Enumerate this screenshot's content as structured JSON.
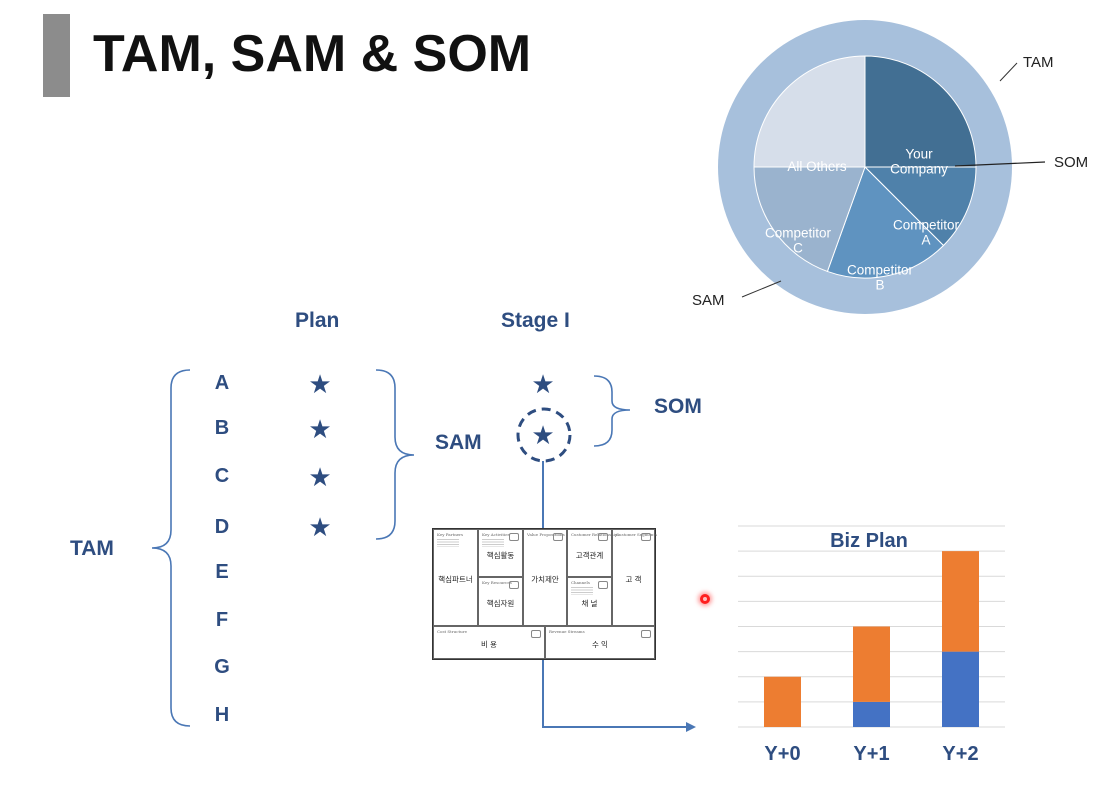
{
  "title": "TAM, SAM & SOM",
  "pie": {
    "outer_label": "TAM",
    "som_label": "SOM",
    "sam_label": "SAM",
    "slices": [
      {
        "label": "Your Company",
        "lines": [
          "Your",
          "Company"
        ],
        "share": 0.25,
        "color": "#426f93"
      },
      {
        "label": "Competitor A",
        "lines": [
          "Competitor",
          "A"
        ],
        "share": 0.125,
        "color": "#4f81aa"
      },
      {
        "label": "Competitor B",
        "lines": [
          "Competitor",
          "B"
        ],
        "share": 0.18,
        "color": "#5f93c0"
      },
      {
        "label": "Competitor C",
        "lines": [
          "Competitor",
          "C"
        ],
        "share": 0.195,
        "color": "#9ab3ce"
      },
      {
        "label": "All Others",
        "lines": [
          "All Others"
        ],
        "share": 0.25,
        "color": "#d6deea"
      }
    ],
    "outer_color": "#a7c0dc"
  },
  "headers": {
    "plan": "Plan",
    "stage": "Stage I"
  },
  "markets": {
    "tam": "TAM",
    "sam": "SAM",
    "som": "SOM"
  },
  "segments": [
    "A",
    "B",
    "C",
    "D",
    "E",
    "F",
    "G",
    "H"
  ],
  "plan_stars": [
    "A",
    "B",
    "C",
    "D"
  ],
  "star_glyph": "★",
  "canvas": {
    "headers": [
      "Key Partners",
      "Key Activities",
      "Value Propositions",
      "Customer Relationships",
      "Customer Segments",
      "Key Resources",
      "Channels",
      "Cost Structure",
      "Revenue Streams"
    ],
    "partners": "핵심파트너",
    "activities": "핵심활동",
    "resources": "핵심자원",
    "value": "가치제안",
    "relationships": "고객관계",
    "channels": "채 널",
    "segments": "고 객",
    "cost": "비 용",
    "revenue": "수 익"
  },
  "chart_data": {
    "type": "bar",
    "stacked": true,
    "title": "Biz Plan",
    "categories": [
      "Y+0",
      "Y+1",
      "Y+2"
    ],
    "series": [
      {
        "values": [
          0,
          1,
          3
        ],
        "color": "#4472c4"
      },
      {
        "values": [
          2,
          3,
          4
        ],
        "color": "#ed7d31"
      }
    ],
    "ylim": [
      0,
      8
    ],
    "grid": true,
    "xlabel": "",
    "ylabel": ""
  }
}
